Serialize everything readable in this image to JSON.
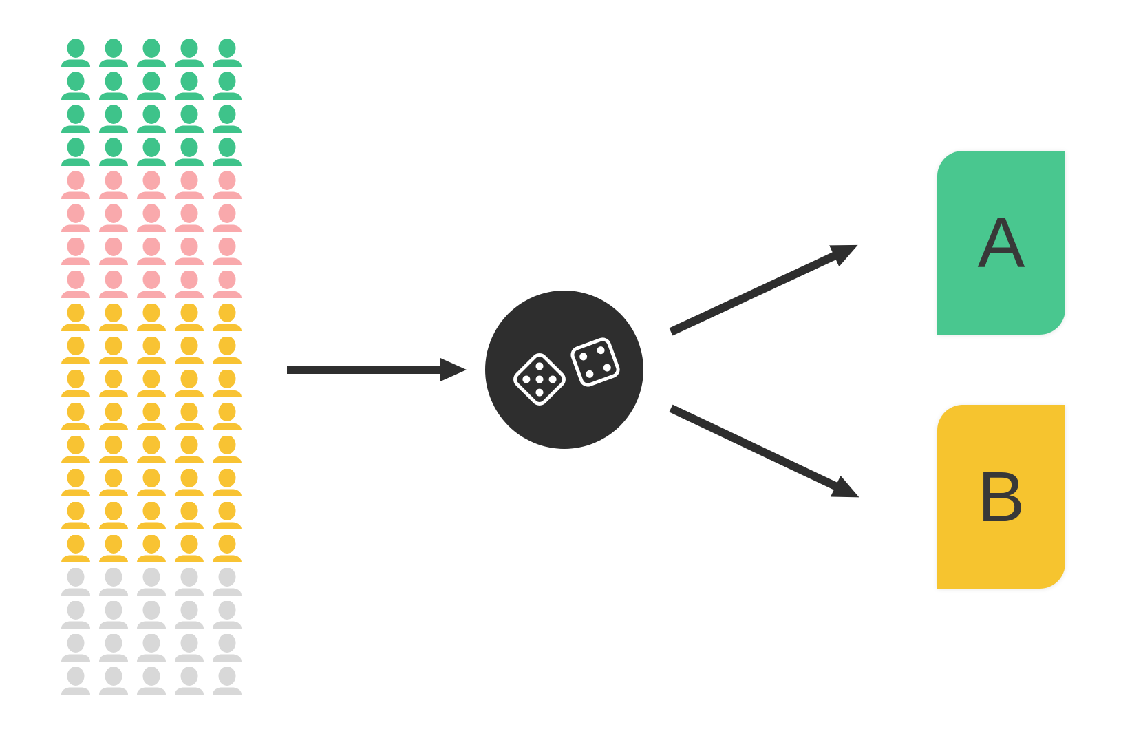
{
  "canvas": {
    "background": "#FFFFFF"
  },
  "population": {
    "name": "population-pictogram",
    "columns": 5,
    "total": 100,
    "icon": "person-icon",
    "groups": [
      {
        "name": "green-group",
        "color": "#3EC38A",
        "count": 20
      },
      {
        "name": "pink-group",
        "color": "#F9A9AC",
        "count": 20
      },
      {
        "name": "yellow-group",
        "color": "#F8C333",
        "count": 40
      },
      {
        "name": "gray-group",
        "color": "#D8D8D8",
        "count": 20
      }
    ]
  },
  "randomizer": {
    "icon": "dice-icon",
    "background": "#2E2E2E",
    "dice_color": "#FFFFFF",
    "dice": [
      {
        "name": "die-five",
        "pips": 5
      },
      {
        "name": "die-four",
        "pips": 4
      }
    ]
  },
  "arrows": {
    "color": "#2E2E2E"
  },
  "outcomes": [
    {
      "label": "A",
      "color": "#49C78F",
      "text_color": "#383838"
    },
    {
      "label": "B",
      "color": "#F6C42F",
      "text_color": "#383838"
    }
  ]
}
